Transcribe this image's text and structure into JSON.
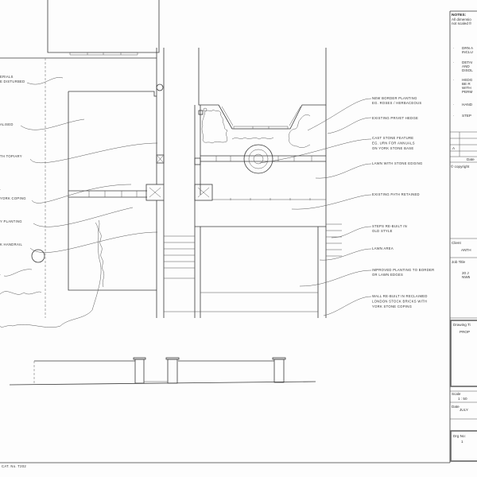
{
  "left_labels": [
    {
      "lines": [
        "ERIALS",
        "E DISTURBED"
      ]
    },
    {
      "lines": [
        "ALISED"
      ]
    },
    {
      "lines": [
        "TH TOPIARY"
      ]
    },
    {
      "lines": [
        "."
      ]
    },
    {
      "lines": [
        "YORK COPING"
      ]
    },
    {
      "lines": [
        "Y PLANTING"
      ]
    },
    {
      "lines": [
        "K HANDRAIL"
      ]
    },
    {
      "lines": [
        "."
      ]
    }
  ],
  "right_labels": [
    {
      "lines": [
        "NEW BORDER PLANTING",
        "EG. ROSES / HERBACEOUS"
      ]
    },
    {
      "lines": [
        "EXISTING PRIVET HEDGE"
      ]
    },
    {
      "lines": [
        "CAST STONE FEATURE",
        "EG. URN FOR ANNUALS",
        "ON YORK STONE BASE"
      ]
    },
    {
      "lines": [
        "LAWN WITH STONE EDGING"
      ]
    },
    {
      "lines": [
        "EXISTING PATH RETAINED"
      ]
    },
    {
      "lines": [
        "STEPS RE-BUILT IN",
        "OLD STYLE"
      ]
    },
    {
      "lines": [
        "LAWN AREA"
      ]
    },
    {
      "lines": [
        "IMPROVED PLANTING TO BORDER",
        "OR LAWN EDGES"
      ]
    },
    {
      "lines": [
        "WALL RE-BUILT IN RECLAIMED",
        "LONDON STOCK BRICKS WITH",
        "YORK STONE COPING"
      ]
    }
  ],
  "title_block": {
    "notes_heading": "NOTES:",
    "notes_intro": [
      "All dimensio",
      "not scaled fr"
    ],
    "notes": [
      [
        "DRN A",
        "INCLU"
      ],
      [
        "DETAI",
        "AND",
        "DISOL"
      ],
      [
        "HEDG",
        "BE R",
        "WITH",
        "PERM"
      ],
      [
        "HAND"
      ],
      [
        "STEP"
      ]
    ],
    "revision": {
      "rev": "A",
      "date_heading": "Date"
    },
    "copyright": "© copyright",
    "client_heading": "Client",
    "client": "ANTH",
    "job_title_heading": "Job Title",
    "job_title": [
      "20 J",
      "NW5"
    ],
    "drawing_title_heading": "Drawing Ti",
    "drawing_title": "PROP",
    "scale_heading": "Scale",
    "scale": "1 : 50",
    "date_heading": "Date",
    "date": "JULY",
    "drg_no_heading": "Drg No:",
    "drg_no": "1"
  },
  "catalogue_mark": "CAT. No. T202"
}
